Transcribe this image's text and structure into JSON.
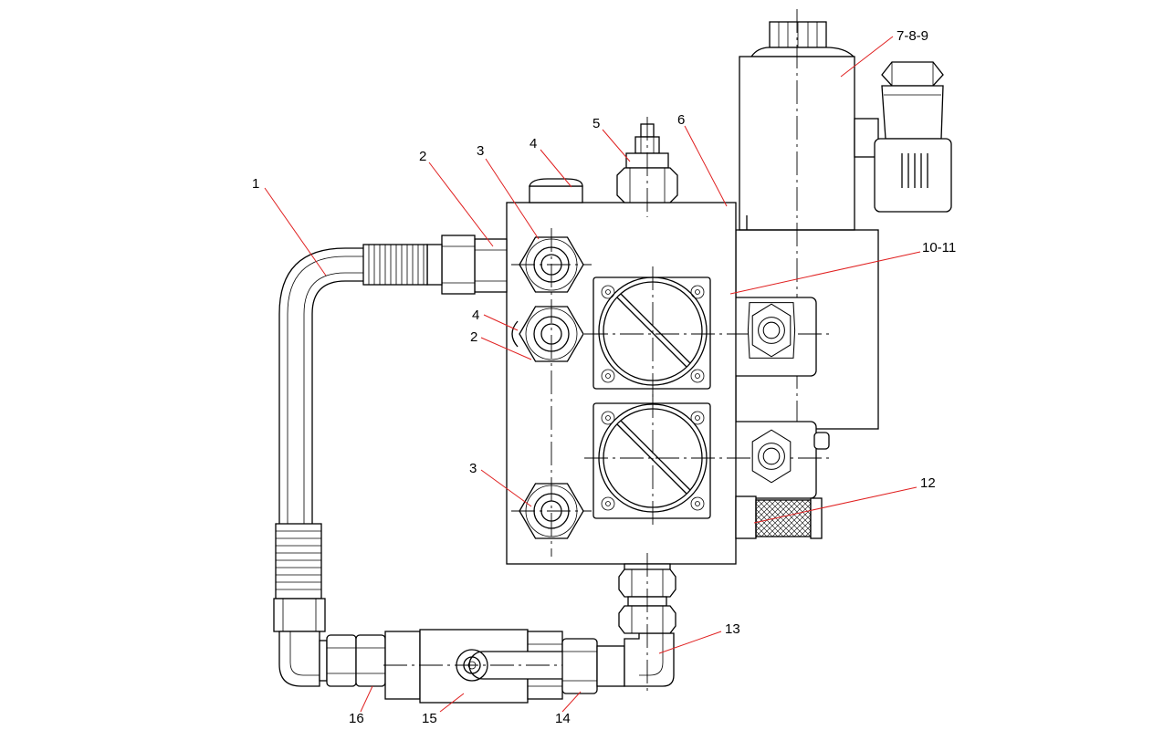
{
  "callouts": {
    "c1": "1",
    "c2a": "2",
    "c3a": "3",
    "c4a": "4",
    "c5": "5",
    "c6": "6",
    "c789": "7-8-9",
    "c1011": "10-11",
    "c4b": "4",
    "c2b": "2",
    "c3b": "3",
    "c12": "12",
    "c13": "13",
    "c16": "16",
    "c15": "15",
    "c14": "14"
  },
  "colors": {
    "line": "#000000",
    "leader": "#e02020",
    "background": "#ffffff"
  }
}
